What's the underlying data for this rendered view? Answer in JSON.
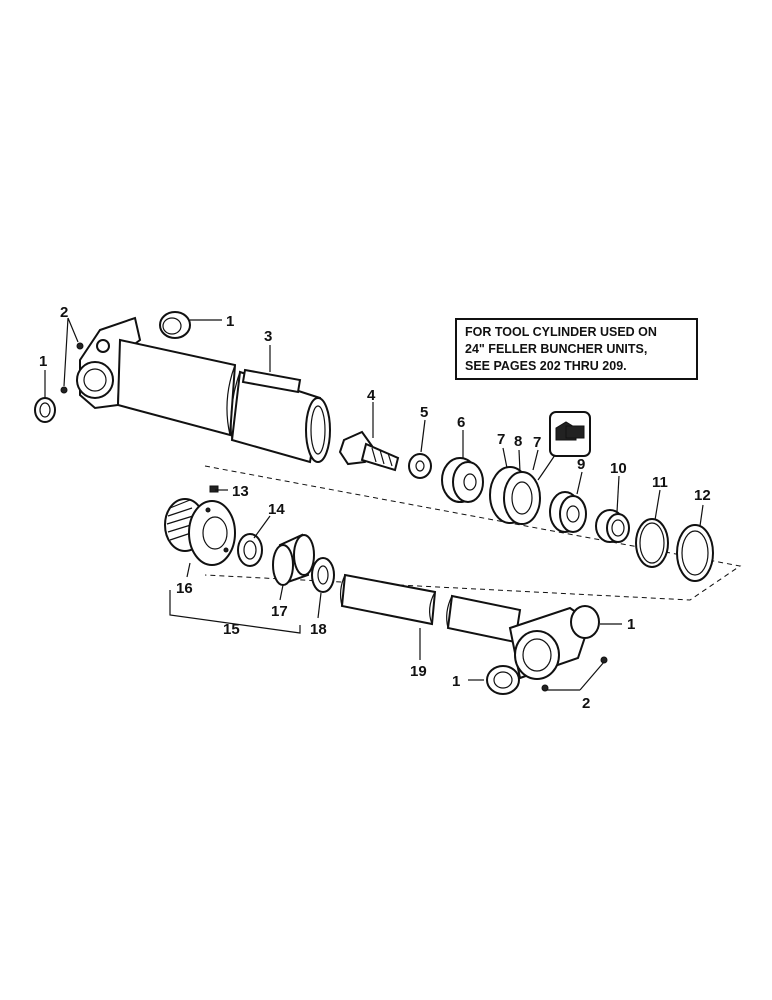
{
  "note": {
    "lines": [
      "FOR TOOL CYLINDER USED ON",
      "24\" FELLER BUNCHER UNITS,",
      "SEE PAGES 202 THRU 209."
    ]
  },
  "callouts": {
    "c1_top": "1",
    "c1_left": "1",
    "c2_top": "2",
    "c3": "3",
    "c4": "4",
    "c5": "5",
    "c6": "6",
    "c7a": "7",
    "c8": "8",
    "c7b": "7",
    "c9": "9",
    "c10": "10",
    "c11": "11",
    "c12": "12",
    "c13": "13",
    "c14": "14",
    "c16": "16",
    "c17": "17",
    "c15": "15",
    "c18": "18",
    "c19": "19",
    "c1_right": "1",
    "c1_bottom": "1",
    "c2_bottom": "2"
  }
}
